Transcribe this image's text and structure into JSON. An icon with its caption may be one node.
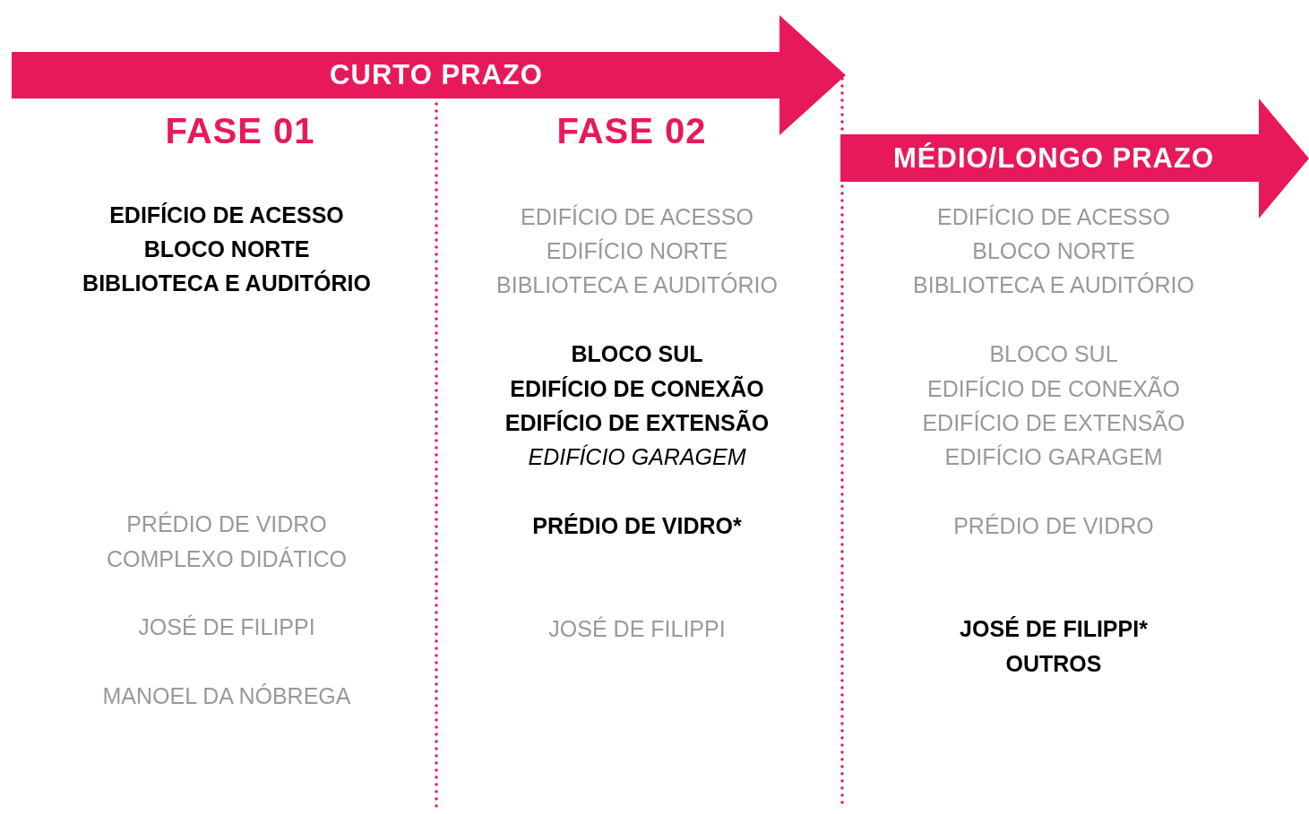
{
  "diagram": {
    "nodes": [
      {
        "text": [
          "CURTO PRAZO"
        ]
      },
      {
        "text": [
          "MÉDIO/LONGO PRAZO"
        ]
      }
    ],
    "labels": [
      "FASE 01",
      "FASE 02",
      "EDIFÍCIO DE ACESSO",
      "BLOCO NORTE",
      "BIBLIOTECA E AUDITÓRIO",
      "PRÉDIO DE VIDRO",
      "COMPLEXO DIDÁTICO",
      "JOSÉ DE FILIPPI",
      "MANOEL DA NÓBREGA",
      "EDIFÍCIO DE ACESSO",
      "EDIFÍCIO NORTE",
      "BIBLIOTECA E AUDITÓRIO",
      "BLOCO SUL",
      "EDIFÍCIO DE CONEXÃO",
      "EDIFÍCIO DE EXTENSÃO",
      "EDIFÍCIO GARAGEM",
      "PRÉDIO DE VIDRO*",
      "JOSÉ DE FILIPPI",
      "EDIFÍCIO DE ACESSO",
      "BLOCO NORTE",
      "BIBLIOTECA E AUDITÓRIO",
      "BLOCO SUL",
      "EDIFÍCIO DE CONEXÃO",
      "EDIFÍCIO DE EXTENSÃO",
      "EDIFÍCIO GARAGEM",
      "PRÉDIO DE VIDRO",
      "JOSÉ DE FILIPPI*",
      "OUTROS"
    ]
  }
}
